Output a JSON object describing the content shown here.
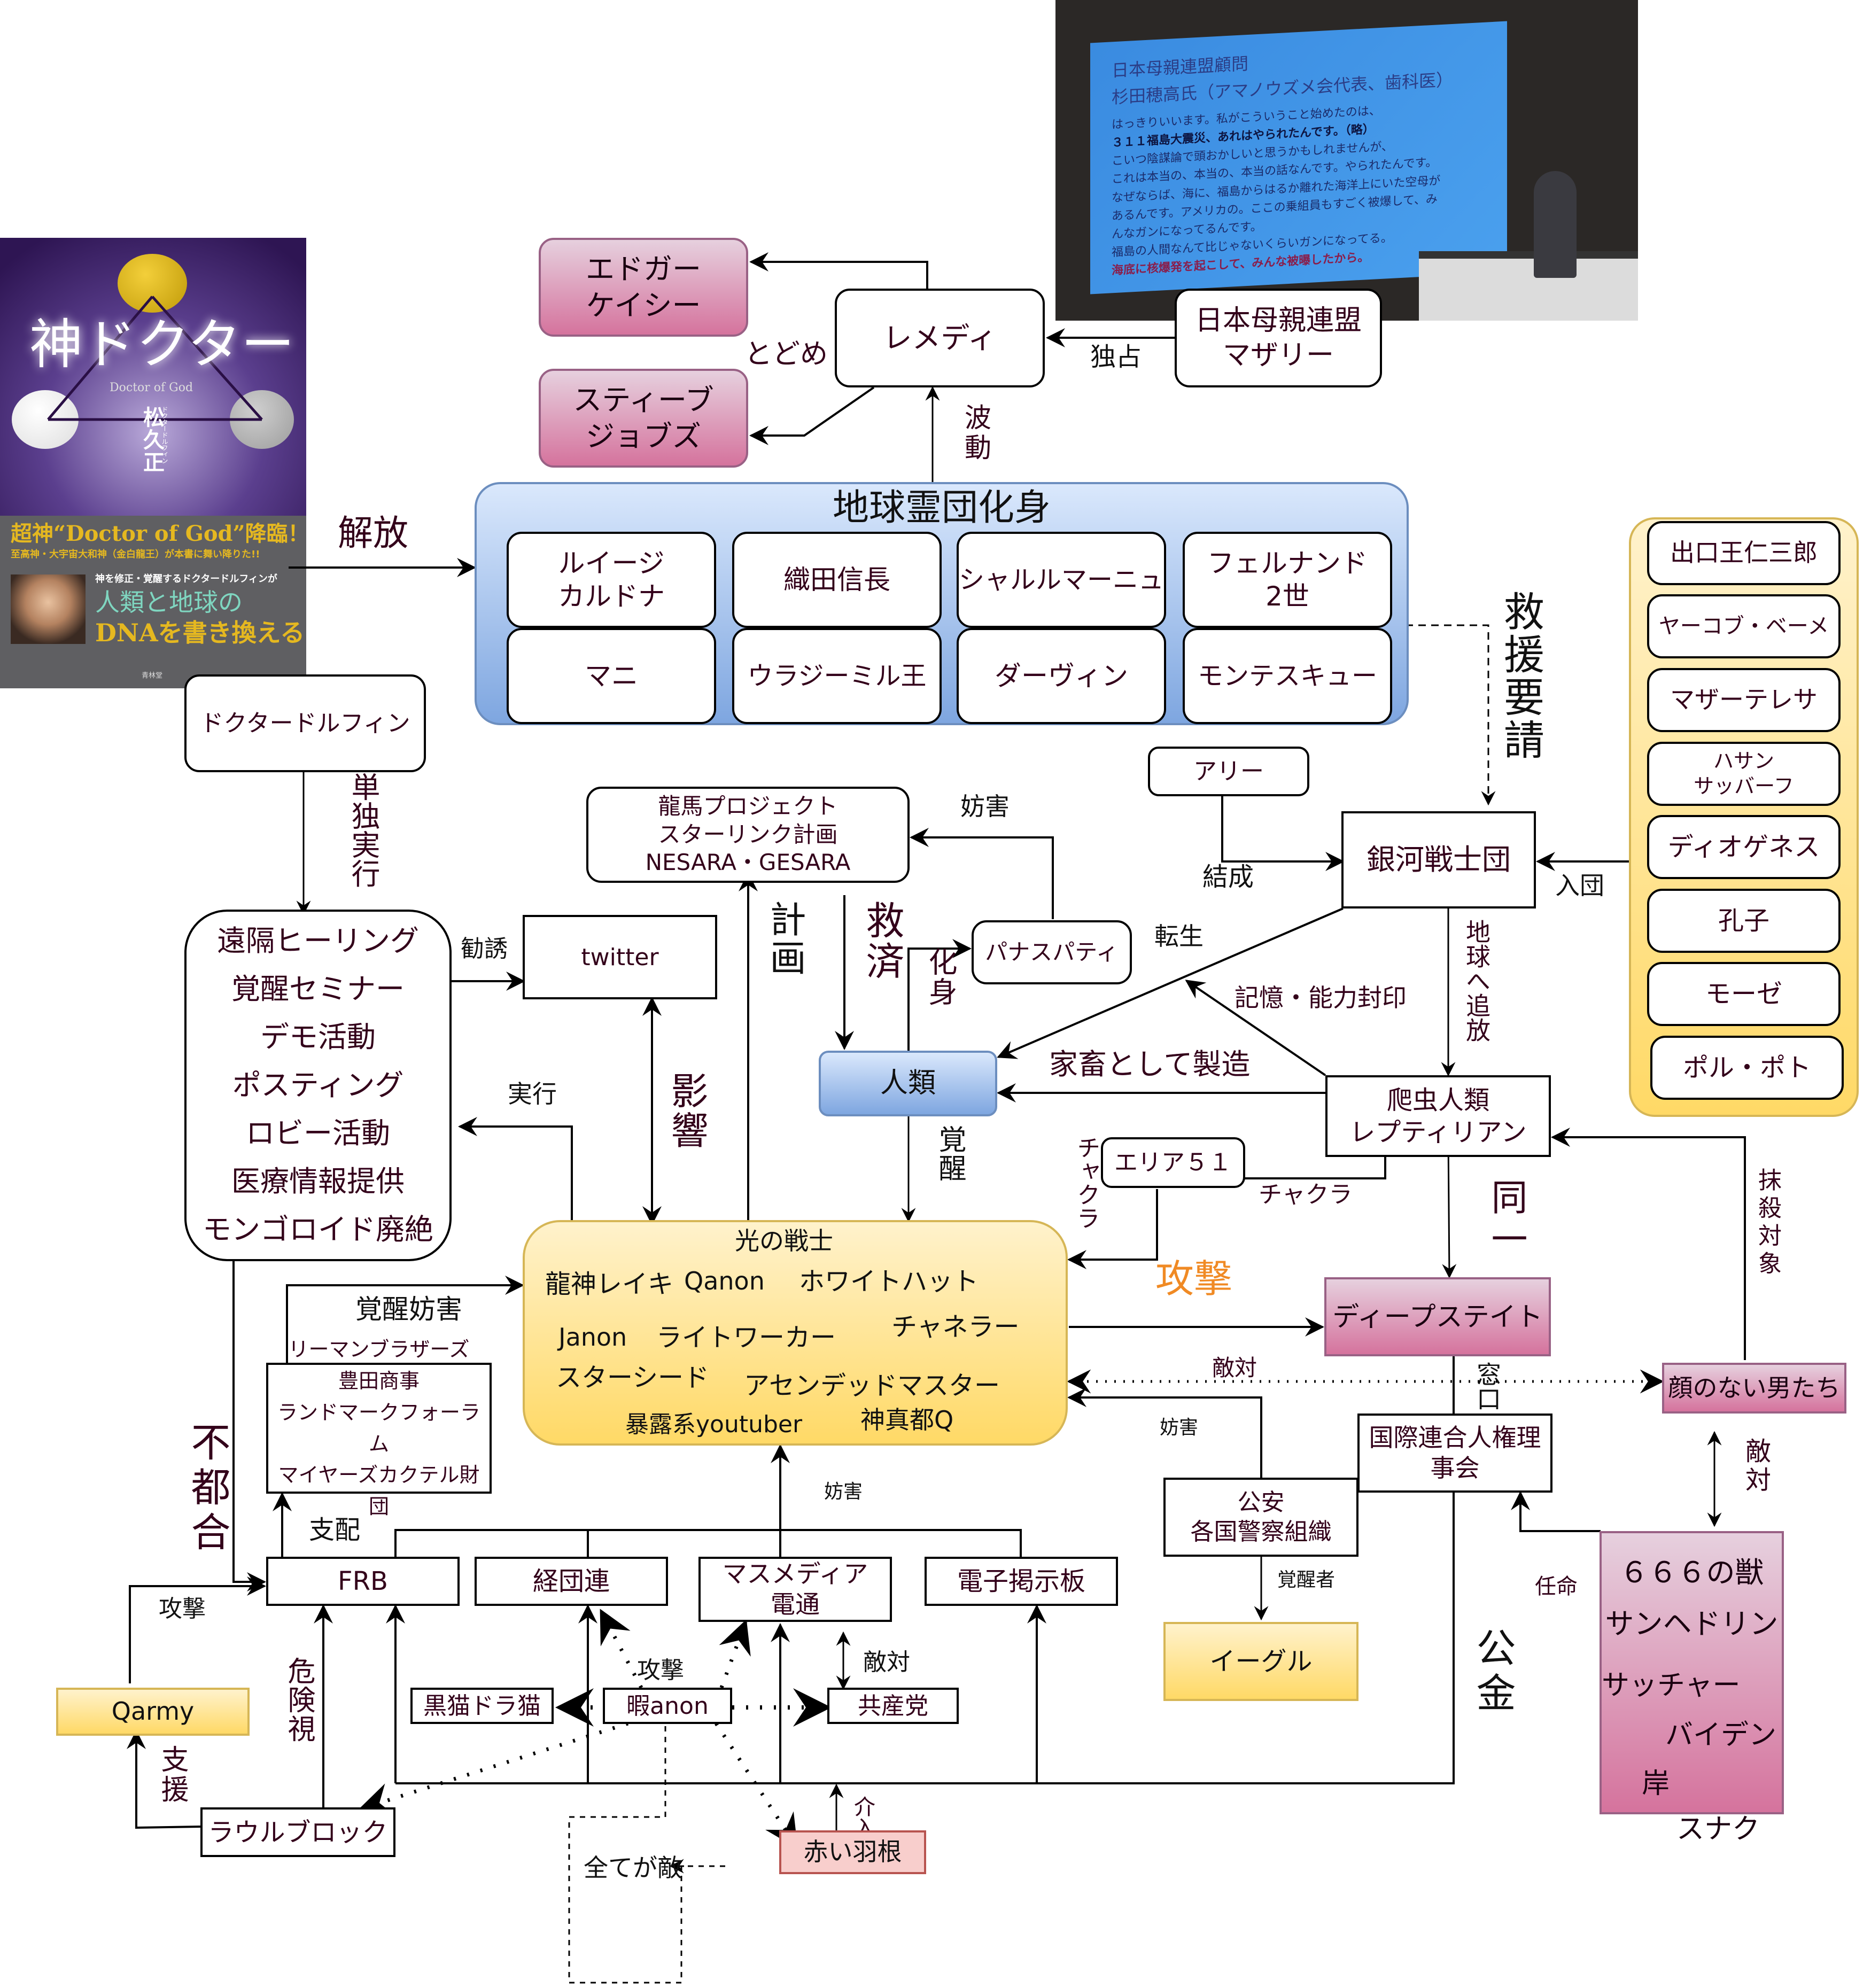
{
  "book_cover": {
    "title": "神ドクター",
    "subtitle": "Doctor of God",
    "author": "松久正",
    "author_ruby": "ドクタードルフィン",
    "headline": "超神“Doctor of God”降臨！",
    "subheadline": "至高神・大宇宙大和神（金白龍王）が本書に舞い降りた!!",
    "tagline": "神を修正・覚醒するドクタードルフィンが",
    "main_copy_1": "人類と地球の",
    "main_copy_2": "DNAを書き換える",
    "publisher": "青林堂"
  },
  "lecture_photo": {
    "slide_title_1": "日本母親連盟顧問",
    "slide_title_2": "杉田穂高氏（アマノウズメ会代表、歯科医）",
    "lines": [
      "はっきりいいます。私がこういうこと始めたのは、",
      "３１１福島大震災、あれはやられたんです。（略）",
      "こいつ陰謀論で頭おかしいと思うかもしれませんが、",
      "これは本当の、本当の、本当の話なんです。やられたんです。",
      "なぜならば、海に、福島からはるか離れた海洋上にいた空母が",
      "あるんです。アメリカの。ここの乗組員もすごく被爆して、み",
      "んなガンになってるんです。",
      "福島の人間なんて比じゃないくらいガンになってる。",
      "海底に核爆発を起こして、みんな被曝したから。"
    ]
  },
  "nodes": {
    "edgar": "エドガー\nケイシー",
    "jobs": "スティーブ\nジョブズ",
    "remedy": "レメディ",
    "mothers": "日本母親連盟\nマザリー",
    "earth_group_title": "地球霊団化身",
    "earth_group": [
      "ルイージ\nカルドナ",
      "織田信長",
      "シャルルマーニュ",
      "フェルナンド\n2世",
      "マニ",
      "ウラジーミル王",
      "ダーヴィン",
      "モンテスキュー"
    ],
    "right_group": [
      "出口王仁三郎",
      "ヤーコブ・ベーメ",
      "マザーテレサ",
      "ハサン\nサッバーフ",
      "ディオゲネス",
      "孔子",
      "モーゼ",
      "ポル・ポト"
    ],
    "doctor_dolphin": "ドクタードルフィン",
    "activities": [
      "遠隔ヒーリング",
      "覚醒セミナー",
      "デモ活動",
      "ポスティング",
      "ロビー活動",
      "医療情報提供",
      "モンゴロイド廃絶"
    ],
    "twitter": "twitter",
    "ryoma": "龍馬プロジェクト\nスターリンク計画\nNESARA・GESARA",
    "panasupati": "パナスパティ",
    "ally": "アリー",
    "galactic": "銀河戦士団",
    "humanity": "人類",
    "reptilian": "爬虫人類\nレプティリアン",
    "area51": "エリア５１",
    "warriors_title": "光の戦士",
    "warriors": [
      "龍神レイキ",
      "Qanon",
      "ホワイトハット",
      "Janon",
      "ライトワーカー",
      "チャネラー",
      "スターシード",
      "アセンデッドマスター",
      "暴露系youtuber",
      "神真都Q"
    ],
    "deepstate": "ディープステイト",
    "faceless": "顔のない男たち",
    "unhrc": "国際連合人権理\n事会",
    "police": "公安\n各国警察組織",
    "eagle": "イーグル",
    "beast": [
      "６６６の獣",
      "サンヘドリン",
      "サッチャー",
      "バイデン",
      "岸",
      "スナク"
    ],
    "corps": "リーマンブラザーズ\n豊田商事\nランドマークフォーラム\nマイヤーズカクテル財団",
    "frb": "FRB",
    "keidanren": "経団連",
    "massmedia": "マスメディア\n電通",
    "bbs": "電子掲示板",
    "kuroneko": "黒猫ドラ猫",
    "himaanon": "暇anon",
    "jcp": "共産党",
    "qarmy": "Qarmy",
    "raoul": "ラウルブロック",
    "akaihane": "赤い羽根",
    "all_enemy": "全てが敵"
  },
  "edge_labels": {
    "todome": "とどめ",
    "dokusen": "独占",
    "hado": "波動",
    "kaiho": "解放",
    "kyuen_yosei": "救援要請",
    "tandoku": "単独実行",
    "kanyu": "勧誘",
    "jikko": "実行",
    "eikyo": "影響",
    "keikaku": "計画",
    "kyusai": "救済",
    "keshin": "化身",
    "bogai_top": "妨害",
    "tensei": "転生",
    "kessei": "結成",
    "nyudan": "入団",
    "tsuiho": "地球へ追放",
    "kioku": "記憶・能力封印",
    "kachiku": "家畜として製造",
    "kakusei": "覚醒",
    "chakra_v": "チャクラ",
    "chakra_h": "チャクラ",
    "doitsu": "同一",
    "kogeki_orange": "攻撃",
    "tekitai_dotted": "敵対",
    "mado": "窓口",
    "massatsu": "抹殺対象",
    "bogai_police": "妨害",
    "tekitai_beast": "敵対",
    "ninmei": "任命",
    "kakuseisha": "覚醒者",
    "kokin": "公金",
    "kakusei_bogai": "覚醒妨害",
    "futsugo": "不都合",
    "shihai": "支配",
    "bogai_media": "妨害",
    "kogeki_qarmy": "攻撃",
    "kikenshi": "危険視",
    "shien": "支援",
    "kogeki_hima": "攻撃",
    "tekitai_jcp": "敵対",
    "kainyu": "介入"
  },
  "colors": {
    "pink_top": "#e6d0de",
    "pink_bottom": "#d5739d",
    "yellow_top": "#fff2cc",
    "yellow_bottom": "#ffd966",
    "blue_top": "#dae8fc",
    "blue_bottom": "#7ea6e0",
    "red_fill": "#f8cecc",
    "attack_orange": "#f08a24"
  }
}
